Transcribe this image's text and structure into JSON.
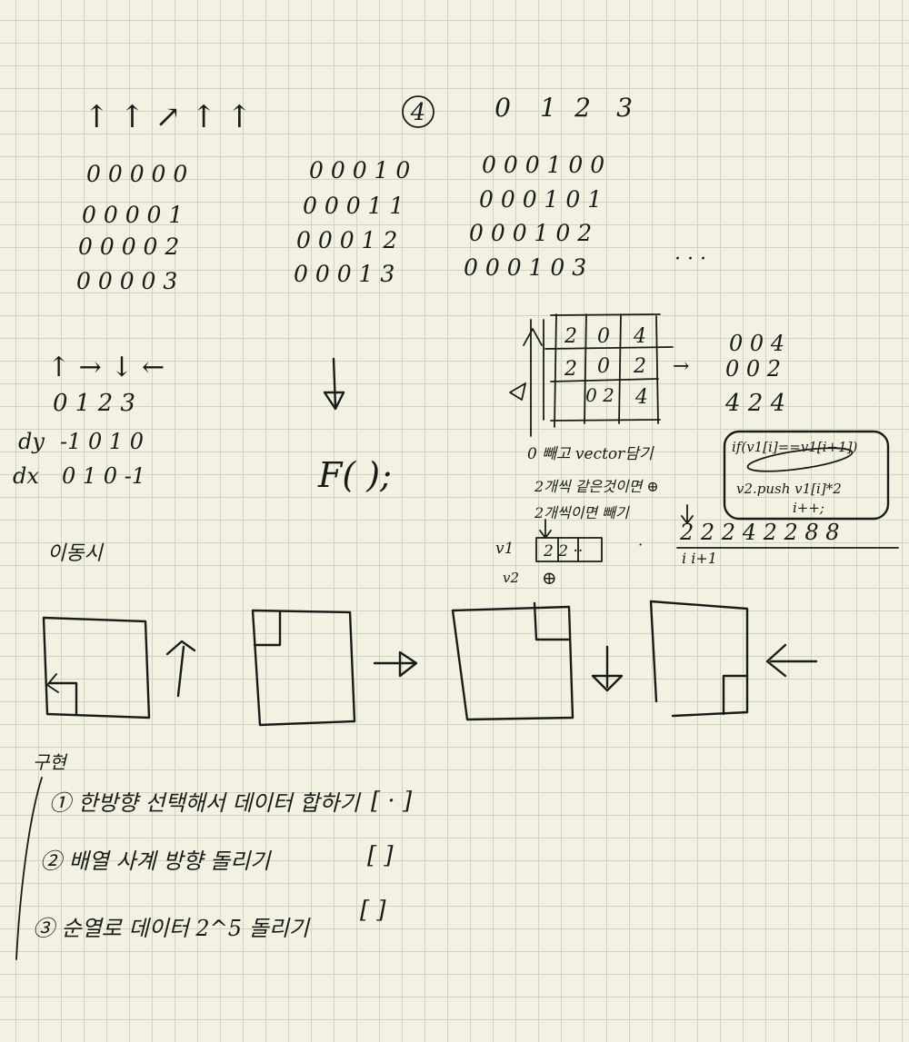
{
  "counter": {
    "arrows": "↑ ↑ ↗ ↑ ↑",
    "base_symbol": "4",
    "digit_header": [
      "0",
      "1",
      "2",
      "3"
    ],
    "col1": [
      "0 0 0 0 0",
      "0 0 0 0 1",
      "0 0 0 0 2",
      "0 0 0 0 3"
    ],
    "col2": [
      "0 0 0 1 0",
      "0 0 0 1 1",
      "0 0 0 1 2",
      "0 0 0 1 3"
    ],
    "col3": [
      "0 0 0 1 0 0",
      "0 0 0 1 0 1",
      "0 0 0 1 0 2",
      "0 0 0 1 0 3"
    ],
    "ellipsis": "· · ·"
  },
  "direction": {
    "arrows": "↑ → ↓ ←",
    "indices": "0 1 2 3",
    "dy_label": "dy",
    "dy": "-1 0 1 0",
    "dx_label": "dx",
    "dx": "0 1 0 -1"
  },
  "func_call": "F(   );",
  "grid": {
    "rows": [
      [
        "2",
        "0",
        "4"
      ],
      [
        "2",
        "0",
        "2"
      ],
      [
        "",
        "0 2",
        "4"
      ]
    ],
    "result_rows": [
      "0 0 4",
      "0 0 2",
      "4 2 4"
    ]
  },
  "notes": {
    "line1": "0 빼고 vector담기",
    "line2": "2개씩 같은것이면 ⊕",
    "line3": "2개씩이면 빼기",
    "v1": "v1",
    "v2": "v2",
    "v1_cells": "2 2 ··",
    "v2_cells": "⊕"
  },
  "code": {
    "line1": "if(v1[i]==v1[i+1])",
    "line2": "v2.push  v1[i]*2",
    "line3": "i++;"
  },
  "sequence": {
    "values": "2 2 2 4 2 2 8 8",
    "indices": "i  i+1"
  },
  "move_label": "이동시",
  "todo": {
    "label": "구현",
    "items": [
      {
        "text": "① 한방향 선택해서 데이터 합하기",
        "box": "[ · ]"
      },
      {
        "text": "② 배열 사계 방향 돌리기",
        "box": "[   ]"
      },
      {
        "text": "③ 순열로 데이터 2^5 돌리기",
        "box": "[   ]"
      }
    ]
  }
}
